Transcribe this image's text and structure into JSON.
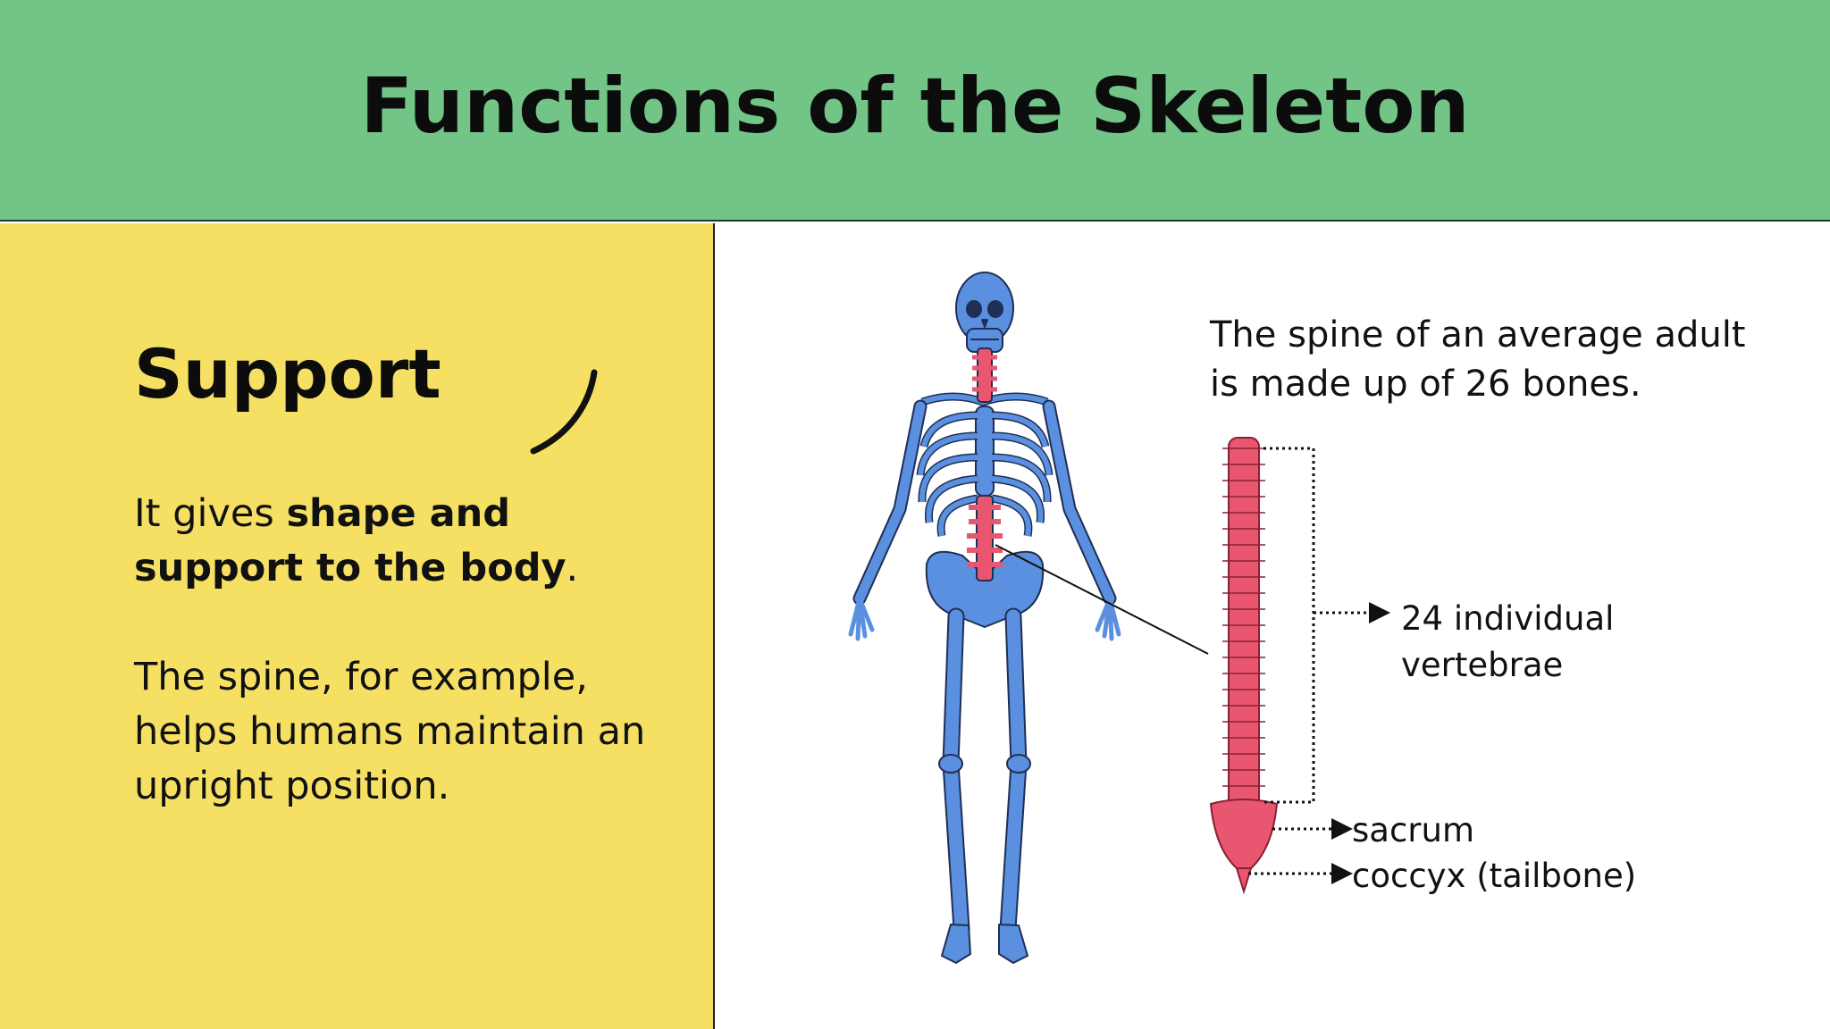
{
  "title": "Functions of the Skeleton",
  "support": {
    "heading": "Support",
    "para1_prefix": "It gives ",
    "para1_bold": "shape and support to the body",
    "para1_suffix": ".",
    "para2": "The spine, for example, helps humans maintain an upright position."
  },
  "diagram": {
    "fact": "The spine of an average adult is made up of 26 bones.",
    "labels": {
      "vertebrae": "24 individual vertebrae",
      "sacrum": "sacrum",
      "coccyx": "coccyx (tailbone)"
    }
  },
  "colors": {
    "header_bg": "#73c487",
    "left_bg": "#f6e064",
    "bone_blue": "#5b8fdf",
    "spine_pink": "#e9566f"
  }
}
